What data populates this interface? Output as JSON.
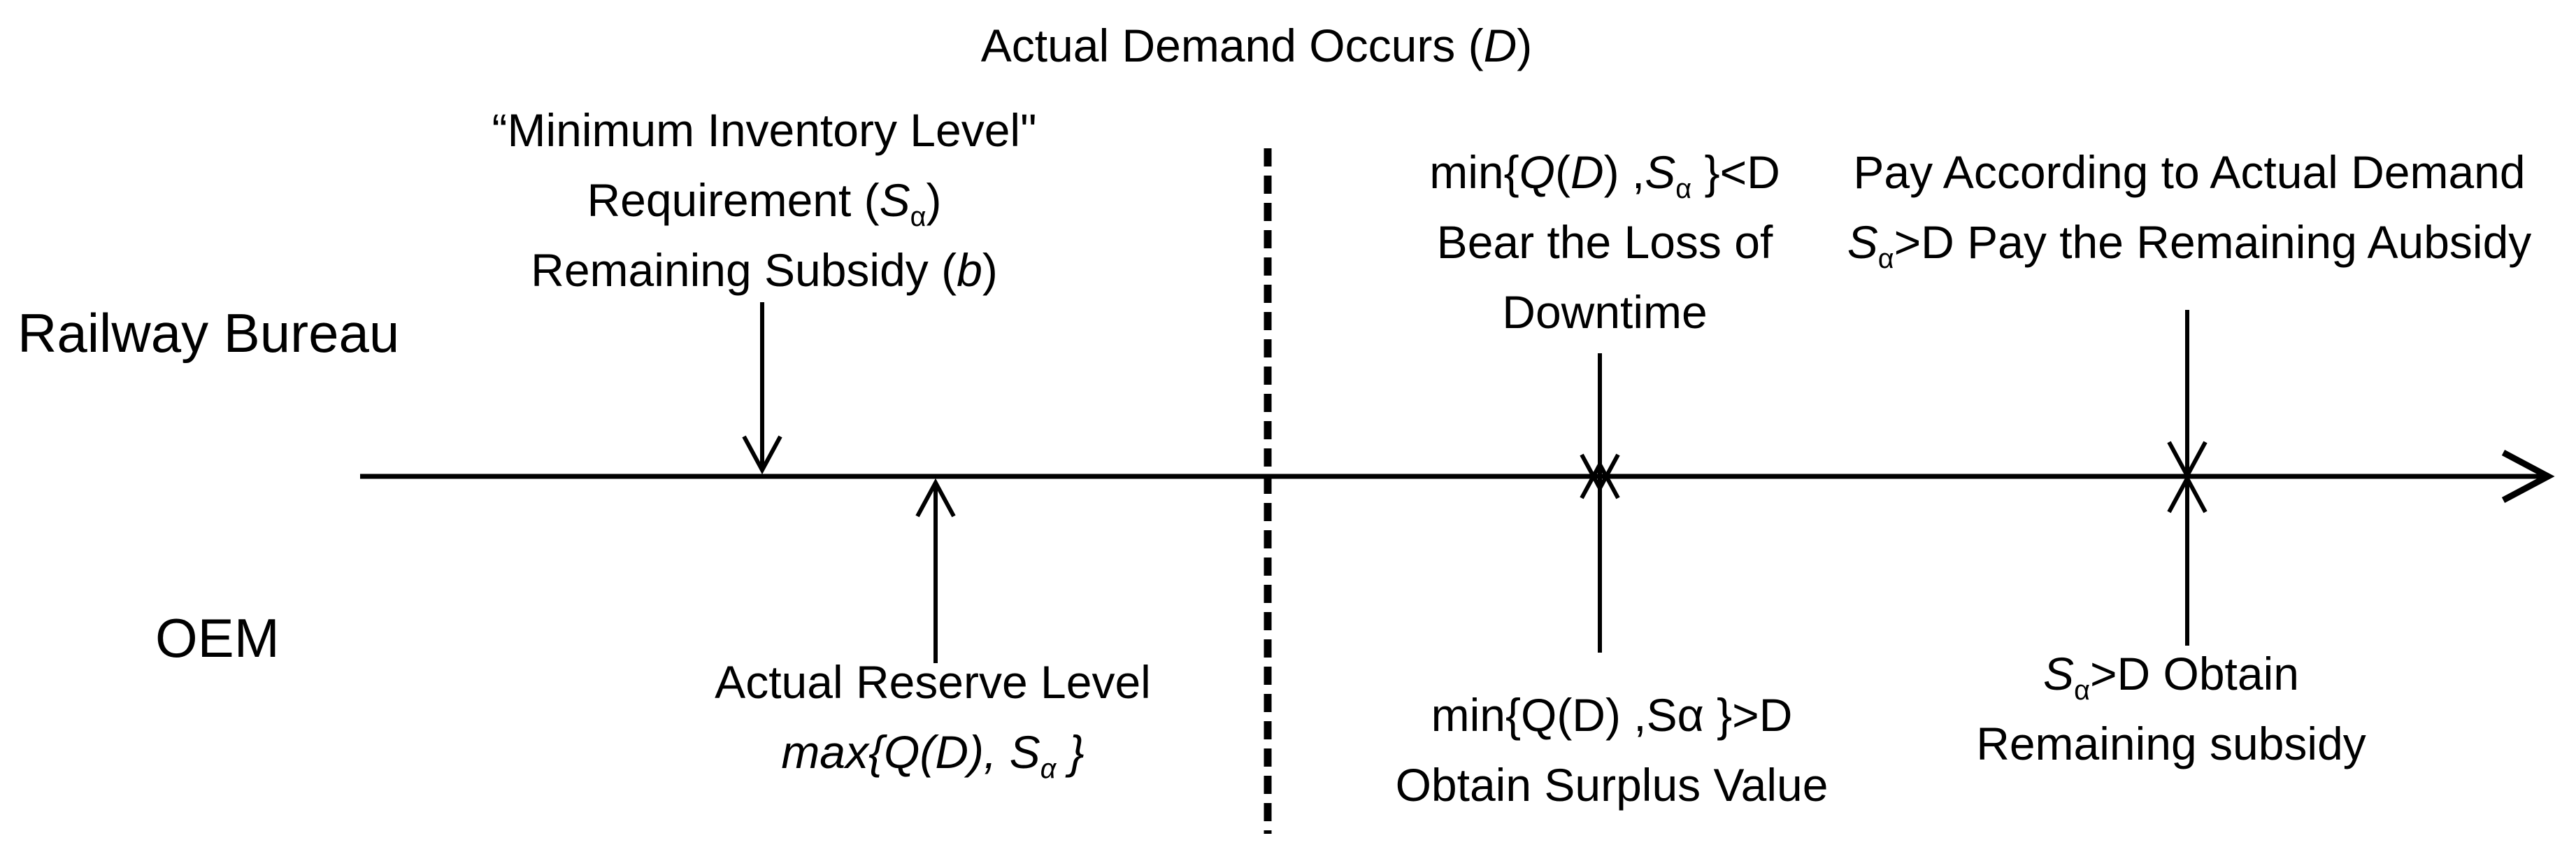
{
  "title": {
    "html": "Actual Demand Occurs (<i>D</i>)"
  },
  "actors": {
    "railway_bureau": "Railway Bureau",
    "oem": "OEM"
  },
  "annotations": {
    "min_inventory": {
      "lines": [
        "“Minimum Inventory Level\"",
        "Requirement (<i>S</i><sub>α</sub>)",
        "Remaining Subsidy (<i>b</i>)"
      ]
    },
    "downtime_loss": {
      "lines": [
        "min{<i>Q</i>(<i>D</i>) ,<i>S</i><sub>α</sub> }&lt;D",
        "Bear the Loss of",
        "Downtime"
      ]
    },
    "actual_payment": {
      "lines": [
        "Pay According to Actual Demand",
        "<i>S</i><sub>α</sub>&gt;D Pay the Remaining Aubsidy"
      ]
    },
    "actual_reserve": {
      "lines": [
        "Actual Reserve Level",
        "<i>max{Q(D), S<sub>α</sub> }</i>"
      ]
    },
    "surplus_value": {
      "lines": [
        "min{Q(D) ,Sα }&gt;D",
        "Obtain Surplus Value"
      ]
    },
    "remaining_subsidy": {
      "lines": [
        "<i>S</i><sub>α</sub>&gt;D Obtain",
        "Remaining subsidy"
      ]
    }
  },
  "colors": {
    "ink": "#000000",
    "background": "#ffffff"
  }
}
